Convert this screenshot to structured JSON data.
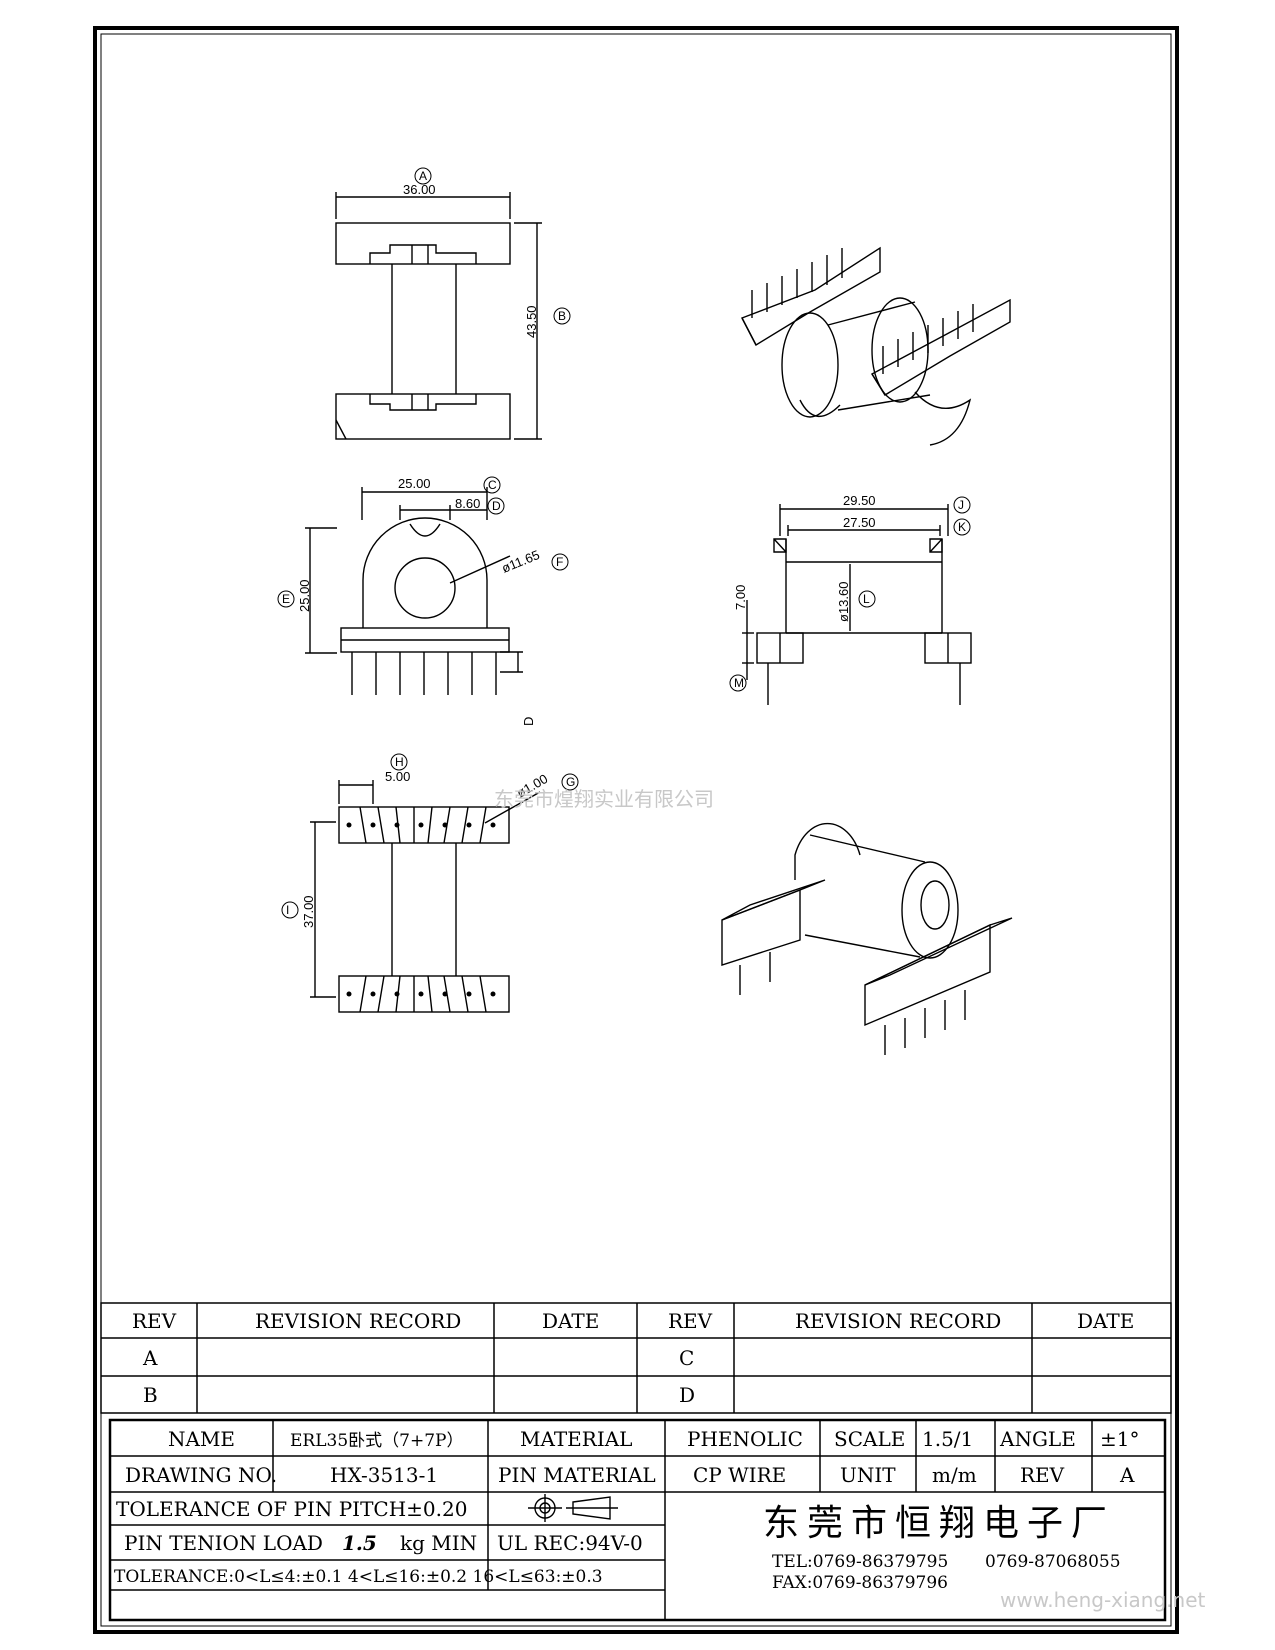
{
  "drawing": {
    "top_view": {
      "width_dim": "36.00",
      "width_tag": "A",
      "height_dim": "43.50",
      "height_tag": "B"
    },
    "front_view": {
      "dim_c": "25.00",
      "tag_c": "C",
      "dim_d": "8.60",
      "tag_d": "D",
      "dim_e": "25.00",
      "tag_e": "E",
      "dim_f": "ø11.65",
      "tag_f": "F",
      "side_label": "D"
    },
    "side_view": {
      "dim_j": "29.50",
      "tag_j": "J",
      "dim_k": "27.50",
      "tag_k": "K",
      "dim_l": "ø13.60",
      "tag_l": "L",
      "dim_m": "7.00",
      "tag_m": "M"
    },
    "bottom_view": {
      "dim_h": "5.00",
      "tag_h": "H",
      "dim_g": "ø1.00",
      "tag_g": "G",
      "dim_i": "37.00",
      "tag_i": "I"
    }
  },
  "watermark": {
    "center": "东莞市煌翔实业有限公司",
    "corner": "www.heng-xiang.net"
  },
  "revision_table": {
    "headers": [
      "REV",
      "REVISION RECORD",
      "DATE",
      "REV",
      "REVISION RECORD",
      "DATE"
    ],
    "rows": [
      [
        "A",
        "",
        "",
        "C",
        "",
        ""
      ],
      [
        "B",
        "",
        "",
        "D",
        "",
        ""
      ]
    ]
  },
  "title_block": {
    "name_label": "NAME",
    "name_value": "ERL35卧式（7+7P）",
    "material_label": "MATERIAL",
    "material_value": "PHENOLIC",
    "scale_label": "SCALE",
    "scale_value": "1.5/1",
    "angle_label": "ANGLE",
    "angle_value": "±1°",
    "drawing_no_label": "DRAWING NO.",
    "drawing_no_value": "HX-3513-1",
    "pin_material_label": "PIN MATERIAL",
    "pin_material_value": "CP WIRE",
    "unit_label": "UNIT",
    "unit_value": "m/m",
    "rev_label": "REV",
    "rev_value": "A",
    "tolerance_pitch": "TOLERANCE OF PIN PITCH±0.20",
    "pin_tension_label": "PIN TENION LOAD",
    "pin_tension_value": "1.5",
    "pin_tension_unit": "kg MIN",
    "ul_rec": "UL REC:94V-0",
    "tolerance_line": "TOLERANCE:0<L≤4:±0.1  4<L≤16:±0.2  16<L≤63:±0.3",
    "company": "东莞市恒翔电子厂",
    "tel": "TEL:0769-86379795",
    "tel2": "0769-87068055",
    "fax": "FAX:0769-86379796"
  }
}
